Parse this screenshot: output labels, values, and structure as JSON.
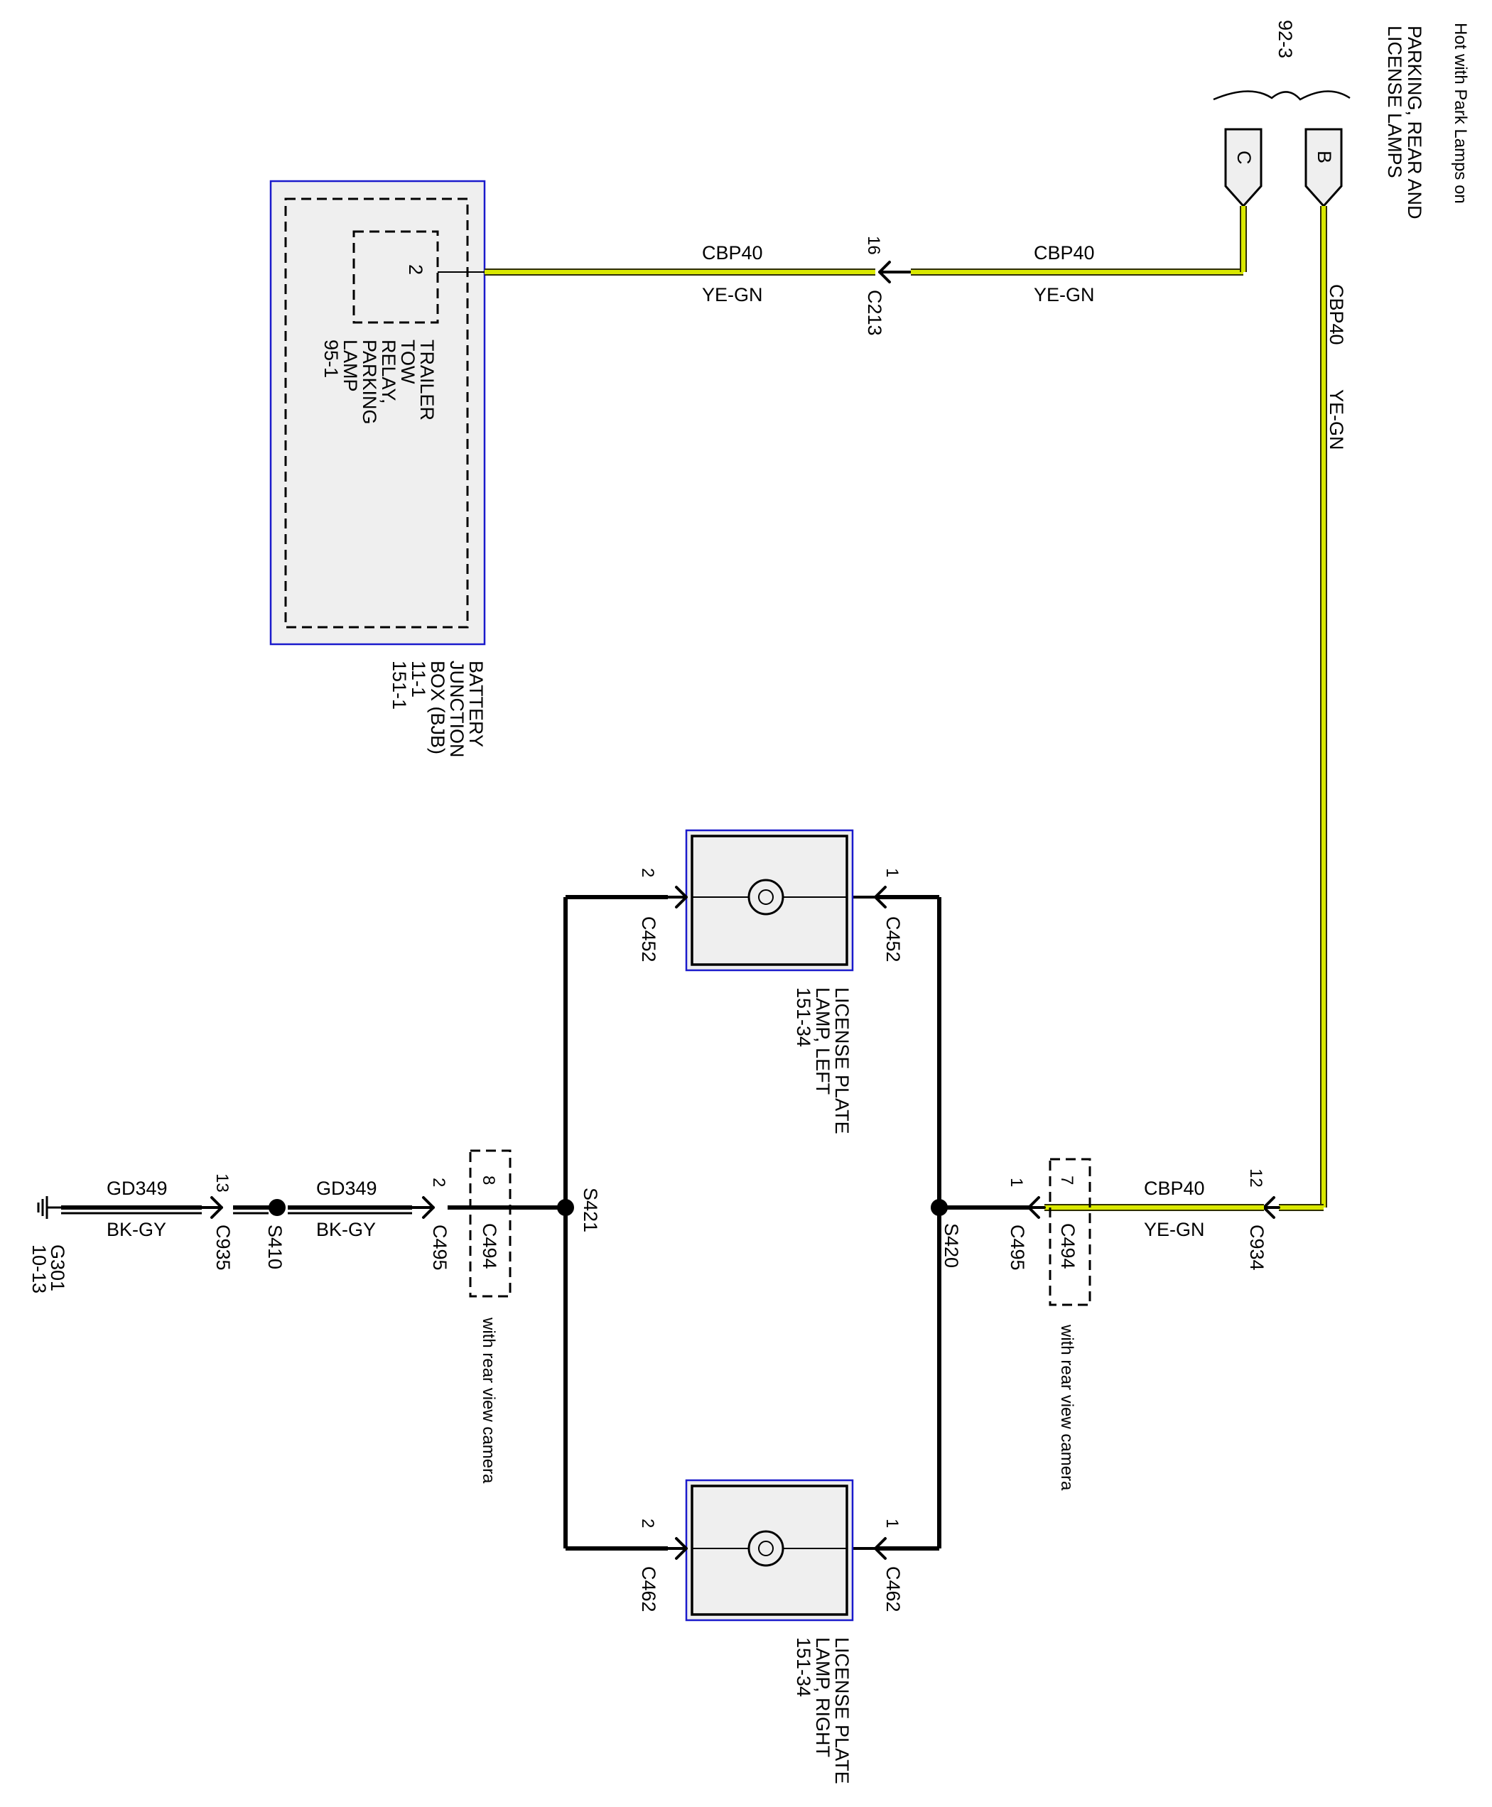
{
  "header": {
    "hot_note": "Hot with Park Lamps on",
    "source_circuit_line1": "PARKING, REAR AND",
    "source_circuit_line2": "LICENSE LAMPS",
    "source_ref": "92-3",
    "pin_b": "B",
    "pin_c": "C"
  },
  "bjb": {
    "title_l1": "BATTERY",
    "title_l2": "JUNCTION",
    "title_l3": "BOX (BJB)",
    "ref1": "11-1",
    "ref2": "151-1",
    "relay_l1": "TRAILER",
    "relay_l2": "TOW",
    "relay_l3": "RELAY,",
    "relay_l4": "PARKING",
    "relay_l5": "LAMP",
    "relay_ref": "95-1",
    "relay_pin": "2"
  },
  "wires": {
    "top_left_circuit": "CBP40",
    "top_left_color": "YE-GN",
    "top_right_circuit": "CBP40",
    "top_right_color": "YE-GN",
    "c213_pin": "16",
    "c213": "C213",
    "vertical_circuit": "CBP40",
    "vertical_color": "YE-GN",
    "lower_circuit": "CBP40",
    "lower_color": "YE-GN",
    "c934_pin": "12",
    "c934": "C934",
    "c494_right_pin": "7",
    "c494_right": "C494",
    "c495_right_pin": "1",
    "c495_right": "C495",
    "s420": "S420",
    "s421": "S421",
    "c494_left_pin": "8",
    "c494_left": "C494",
    "c495_left_pin": "2",
    "c495_left": "C495",
    "gnd_circuit_a": "GD349",
    "gnd_color_a": "BK-GY",
    "s410": "S410",
    "c935_pin": "13",
    "c935": "C935",
    "gnd_circuit_b": "GD349",
    "gnd_color_b": "BK-GY",
    "g301": "G301",
    "g301_ref": "10-13",
    "camera_note_right": "with rear view camera",
    "camera_note_left": "with rear view camera"
  },
  "lamp_left": {
    "title_l1": "LICENSE PLATE",
    "title_l2": "LAMP, LEFT",
    "ref": "151-34",
    "pin_in": "1",
    "conn_in": "C452",
    "pin_out": "2",
    "conn_out": "C452"
  },
  "lamp_right": {
    "title_l1": "LICENSE PLATE",
    "title_l2": "LAMP, RIGHT",
    "ref": "151-34",
    "pin_in": "1",
    "conn_in": "C462",
    "pin_out": "2",
    "conn_out": "C462"
  }
}
